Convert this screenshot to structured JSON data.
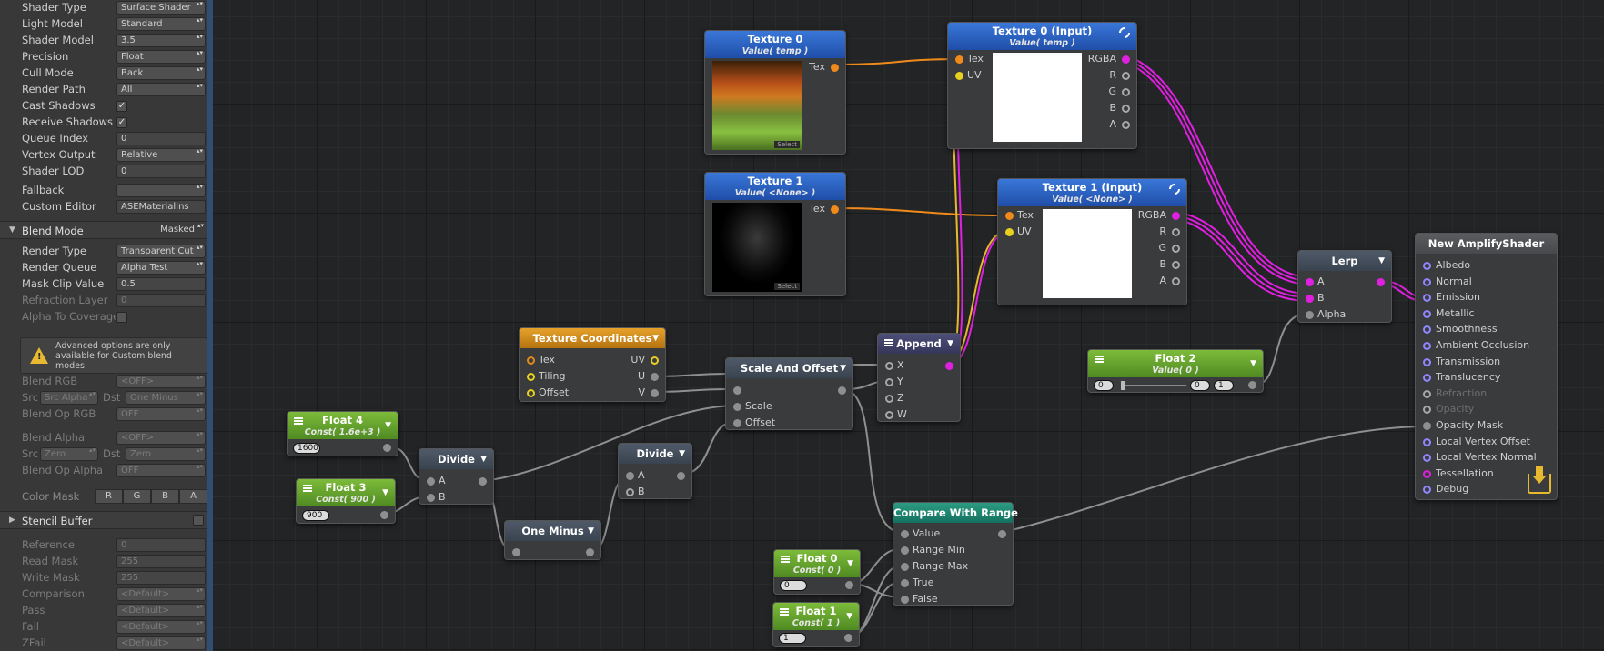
{
  "sidebar": {
    "rows": [
      {
        "label": "Shader Type",
        "value": "Surface Shader",
        "kind": "sel"
      },
      {
        "label": "Light Model",
        "value": "Standard",
        "kind": "sel"
      },
      {
        "label": "Shader Model",
        "value": "3.5",
        "kind": "sel"
      },
      {
        "label": "Precision",
        "value": "Float",
        "kind": "sel"
      },
      {
        "label": "Cull Mode",
        "value": "Back",
        "kind": "sel"
      },
      {
        "label": "Render Path",
        "value": "All",
        "kind": "sel"
      },
      {
        "label": "Cast Shadows",
        "value": "✓",
        "kind": "chk"
      },
      {
        "label": "Receive Shadows",
        "value": "✓",
        "kind": "chk"
      },
      {
        "label": "Queue Index",
        "value": "0",
        "kind": "txt"
      },
      {
        "label": "Vertex Output",
        "value": "Relative",
        "kind": "sel"
      },
      {
        "label": "Shader LOD",
        "value": "0",
        "kind": "txt"
      },
      {
        "label": "Fallback",
        "value": "",
        "kind": "sel"
      },
      {
        "label": "Custom Editor",
        "value": "ASEMaterialIns",
        "kind": "txt"
      }
    ],
    "blend_section": {
      "title": "Blend Mode",
      "value": "Masked"
    },
    "blend_rows": [
      {
        "label": "Render Type",
        "value": "Transparent Cut",
        "kind": "sel"
      },
      {
        "label": "Render Queue",
        "value": "Alpha Test",
        "kind": "sel"
      },
      {
        "label": "Mask Clip Value",
        "value": "0.5",
        "kind": "txt"
      },
      {
        "label": "Refraction Layer",
        "value": "0",
        "kind": "txt"
      },
      {
        "label": "Alpha To Coverage",
        "value": "",
        "kind": "chk"
      }
    ],
    "warning": "Advanced options are only available for Custom blend modes",
    "adv_rows": [
      {
        "label": "Blend RGB",
        "value": "<OFF>"
      },
      {
        "label": "Src",
        "value": "Src Alpha",
        "label2": "Dst",
        "value2": "One Minus"
      },
      {
        "label": "Blend Op RGB",
        "value": "OFF"
      },
      {
        "label": "Blend Alpha",
        "value": "<OFF>"
      },
      {
        "label": "Src",
        "value": "Zero",
        "label2": "Dst",
        "value2": "Zero"
      },
      {
        "label": "Blend Op Alpha",
        "value": "OFF"
      }
    ],
    "color_mask": {
      "label": "Color Mask",
      "channels": [
        "R",
        "G",
        "B",
        "A"
      ]
    },
    "stencil_section": {
      "title": "Stencil Buffer"
    },
    "stencil_rows": [
      {
        "label": "Reference",
        "value": "0"
      },
      {
        "label": "Read Mask",
        "value": "255"
      },
      {
        "label": "Write Mask",
        "value": "255"
      },
      {
        "label": "Comparison",
        "value": "<Default>"
      },
      {
        "label": "Pass",
        "value": "<Default>"
      },
      {
        "label": "Fail",
        "value": "<Default>"
      },
      {
        "label": "ZFail",
        "value": "<Default>"
      }
    ]
  },
  "nodes": {
    "tex0": {
      "title": "Texture 0",
      "sub": "Value( temp )",
      "port": "Tex",
      "select": "Select"
    },
    "tex1": {
      "title": "Texture 1",
      "sub": "Value( <None> )",
      "port": "Tex",
      "select": "Select"
    },
    "tex0in": {
      "title": "Texture 0 (Input)",
      "sub": "Value( temp )",
      "in": [
        "Tex",
        "UV"
      ],
      "out": [
        "RGBA",
        "R",
        "G",
        "B",
        "A"
      ]
    },
    "tex1in": {
      "title": "Texture 1 (Input)",
      "sub": "Value( <None> )",
      "in": [
        "Tex",
        "UV"
      ],
      "out": [
        "RGBA",
        "R",
        "G",
        "B",
        "A"
      ]
    },
    "texcoord": {
      "title": "Texture Coordinates",
      "in": [
        "Tex",
        "Tiling",
        "Offset"
      ],
      "out": [
        "UV",
        "U",
        "V"
      ]
    },
    "scaleoffset": {
      "title": "Scale And Offset",
      "in": [
        "",
        "Scale",
        "Offset"
      ]
    },
    "append": {
      "title": "Append",
      "in": [
        "X",
        "Y",
        "Z",
        "W"
      ]
    },
    "float4": {
      "title": "Float 4",
      "sub": "Const( 1.6e+3 )",
      "value": "1600"
    },
    "float3": {
      "title": "Float 3",
      "sub": "Const( 900 )",
      "value": "900"
    },
    "divide1": {
      "title": "Divide",
      "in": [
        "A",
        "B"
      ]
    },
    "divide2": {
      "title": "Divide",
      "in": [
        "A",
        "B"
      ]
    },
    "oneminus": {
      "title": "One Minus"
    },
    "float2": {
      "title": "Float 2",
      "sub": "Value( 0 )",
      "v1": "0",
      "v2": "0",
      "v3": "1"
    },
    "lerp": {
      "title": "Lerp",
      "in": [
        "A",
        "B",
        "Alpha"
      ]
    },
    "compare": {
      "title": "Compare With Range",
      "in": [
        "Value",
        "Range Min",
        "Range Max",
        "True",
        "False"
      ]
    },
    "float0": {
      "title": "Float 0",
      "sub": "Const( 0 )",
      "value": "0"
    },
    "float1": {
      "title": "Float 1",
      "sub": "Const( 1 )",
      "value": "1"
    },
    "master": {
      "title": "New AmplifyShader",
      "in": [
        "Albedo",
        "Normal",
        "Emission",
        "Metallic",
        "Smoothness",
        "Ambient Occlusion",
        "Transmission",
        "Translucency",
        "Refraction",
        "Opacity",
        "Opacity Mask",
        "Local Vertex Offset",
        "Local Vertex Normal",
        "Tessellation",
        "Debug"
      ]
    }
  },
  "colors": {
    "accent": "#2f4e72",
    "wire_magenta": "#e020e0",
    "wire_orange": "#f08a1a",
    "wire_yellow": "#e8d020",
    "wire_gray": "#8f8f8f"
  }
}
